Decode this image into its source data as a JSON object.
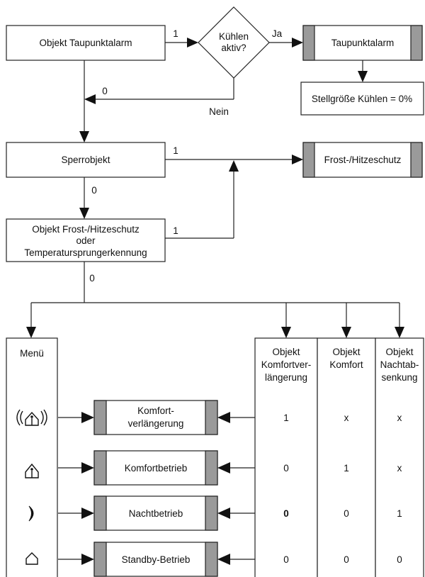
{
  "nodes": {
    "obj_taupunkt": "Objekt Taupunktalarm",
    "kuehlen_l1": "Kühlen",
    "kuehlen_l2": "aktiv?",
    "taupunktalarm": "Taupunktalarm",
    "stellgroesse": "Stellgröße Kühlen = 0%",
    "sperrobjekt": "Sperrobjekt",
    "frost_hitze": "Frost-/Hitzeschutz",
    "obj_frost_l1": "Objekt Frost-/Hitzeschutz",
    "obj_frost_l2": "oder",
    "obj_frost_l3": "Temperatursprungerkennung",
    "menu": "Menü",
    "komfort_verl_l1": "Komfort-",
    "komfort_verl_l2": "verlängerung",
    "komfortbetrieb": "Komfortbetrieb",
    "nachtbetrieb": "Nachtbetrieb",
    "standby": "Standby-Betrieb"
  },
  "edge_labels": {
    "taupunkt_to_kuehlen": "1",
    "kuehlen_ja": "Ja",
    "kuehlen_nein": "Nein",
    "nein_return": "0",
    "sperr_to_frost": "1",
    "sperr_down": "0",
    "objfrost_to_frost": "1",
    "objfrost_down": "0"
  },
  "table": {
    "headers": [
      [
        "Objekt",
        "Komfortver-",
        "längerung"
      ],
      [
        "Objekt",
        "Komfort"
      ],
      [
        "Objekt",
        "Nachtab-",
        "senkung"
      ]
    ],
    "rows": [
      [
        "1",
        "x",
        "x"
      ],
      [
        "0",
        "1",
        "x"
      ],
      [
        "0",
        "0",
        "1"
      ],
      [
        "0",
        "0",
        "0"
      ]
    ]
  },
  "icons": [
    "comfort-extension-icon",
    "comfort-icon",
    "night-moon-icon",
    "standby-house-icon"
  ]
}
